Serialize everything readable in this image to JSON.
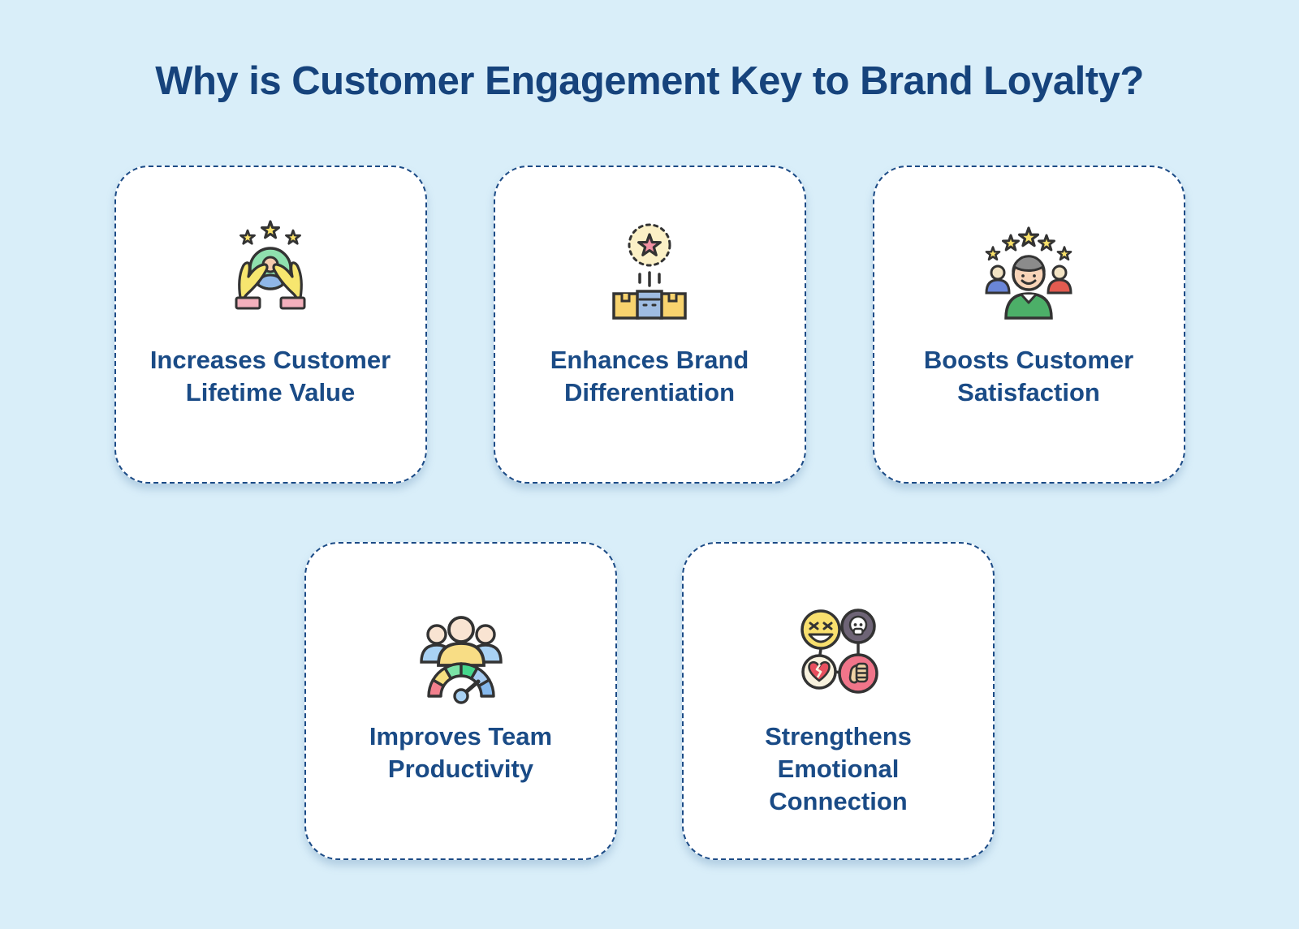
{
  "page": {
    "title": "Why is Customer Engagement Key to Brand Loyalty?"
  },
  "colors": {
    "background": "#D9EEF9",
    "title_text": "#16437C",
    "card_label_text": "#1A4B86",
    "card_border": "#1C4B86",
    "card_background": "#FFFFFF",
    "star_yellow": "#F9E169",
    "badge_star_pink": "#F291A3",
    "gauge_segments": [
      "#F2808D",
      "#F6DF80",
      "#7CE3A6",
      "#45D78C",
      "#A6CBF1",
      "#86B9ED"
    ],
    "shirt_green": "#4CAF68",
    "emoji_yellow": "#F8DF6E",
    "skull_circle_gray": "#6E6476",
    "broken_heart_red": "#E8505E",
    "thumbs_down_circle_pink": "#F0758A"
  },
  "cards": [
    {
      "icon": "hands-holding-customer-icon",
      "lines": [
        "Increases Customer",
        "Lifetime Value"
      ]
    },
    {
      "icon": "star-badge-boxes-icon",
      "lines": [
        "Enhances Brand",
        "Differentiation"
      ]
    },
    {
      "icon": "customer-five-stars-icon",
      "lines": [
        "Boosts Customer",
        "Satisfaction"
      ]
    },
    {
      "icon": "team-speedometer-icon",
      "lines": [
        "Improves Team",
        "Productivity"
      ]
    },
    {
      "icon": "emotion-faces-icon",
      "lines": [
        "Strengthens",
        "Emotional",
        "Connection"
      ]
    }
  ]
}
